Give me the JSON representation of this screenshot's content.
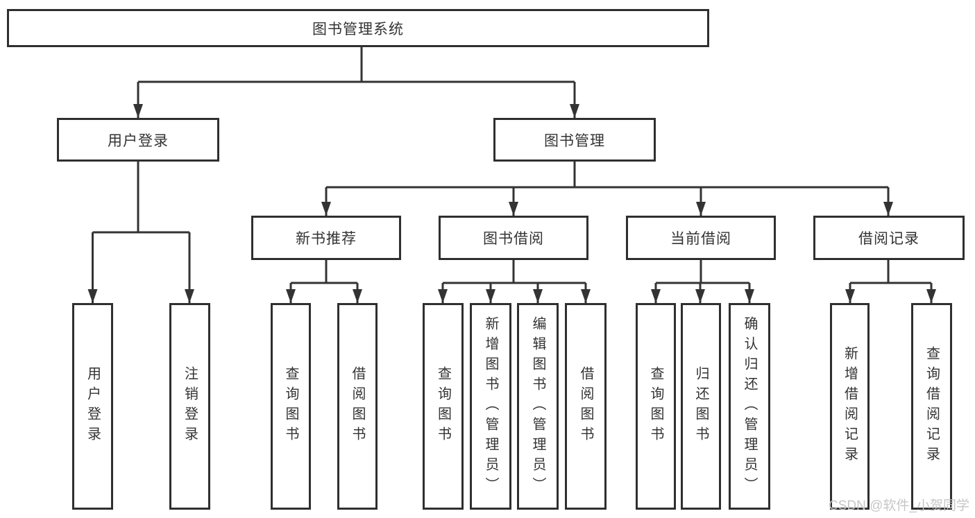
{
  "diagram": {
    "title": "图书管理系统",
    "root": {
      "label": "图书管理系统"
    },
    "level2": [
      {
        "label": "用户登录"
      },
      {
        "label": "图书管理"
      }
    ],
    "level3": [
      {
        "label": "新书推荐"
      },
      {
        "label": "图书借阅"
      },
      {
        "label": "当前借阅"
      },
      {
        "label": "借阅记录"
      }
    ],
    "leaves": {
      "user_login": [
        "用户登录",
        "注销登录"
      ],
      "new_book": [
        "查询图书",
        "借阅图书"
      ],
      "book_borrow": [
        "查询图书",
        "新增图书（管理员）",
        "编辑图书（管理员）",
        "借阅图书"
      ],
      "current_borrow": [
        "查询图书",
        "归还图书",
        "确认归还（管理员）"
      ],
      "borrow_record": [
        "新增借阅记录",
        "查询借阅记录"
      ]
    },
    "colors": {
      "line": "#333333",
      "text": "#333333",
      "background": "#ffffff",
      "watermark": "#c3c3c3"
    }
  },
  "watermark": {
    "text": "CSDN @软件_小贺同学"
  }
}
